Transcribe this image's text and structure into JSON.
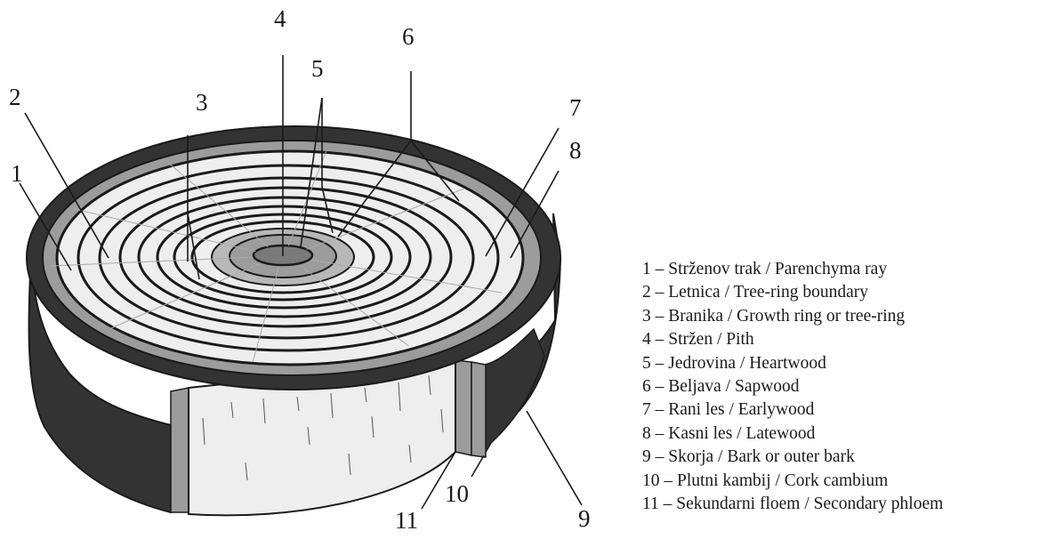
{
  "diagram": {
    "labels": [
      {
        "id": "l1",
        "num": "1"
      },
      {
        "id": "l2",
        "num": "2"
      },
      {
        "id": "l3",
        "num": "3"
      },
      {
        "id": "l4",
        "num": "4"
      },
      {
        "id": "l5",
        "num": "5"
      },
      {
        "id": "l6",
        "num": "6"
      },
      {
        "id": "l7",
        "num": "7"
      },
      {
        "id": "l8",
        "num": "8"
      },
      {
        "id": "l9",
        "num": "9"
      },
      {
        "id": "l10",
        "num": "10"
      },
      {
        "id": "l11",
        "num": "11"
      }
    ],
    "colors": {
      "bark": "#333333",
      "phloem": "#9c9c9c",
      "sapwood": "#eeeeee",
      "heartwood": "#b8b8b8",
      "pith": "#7a7a7a",
      "ring": "#1a1a1a"
    }
  },
  "legend": {
    "items": [
      "1 – Strženov trak / Parenchyma ray",
      "2 – Letnica / Tree-ring boundary",
      "3 – Branika / Growth ring or tree-ring",
      "4 – Stržen / Pith",
      "5 – Jedrovina / Heartwood",
      "6 – Beljava / Sapwood",
      "7 – Rani les / Earlywood",
      "8 – Kasni les / Latewood",
      "9 – Skorja / Bark or outer bark",
      "10 – Plutni kambij / Cork cambium",
      "11 – Sekundarni floem / Secondary phloem"
    ]
  }
}
